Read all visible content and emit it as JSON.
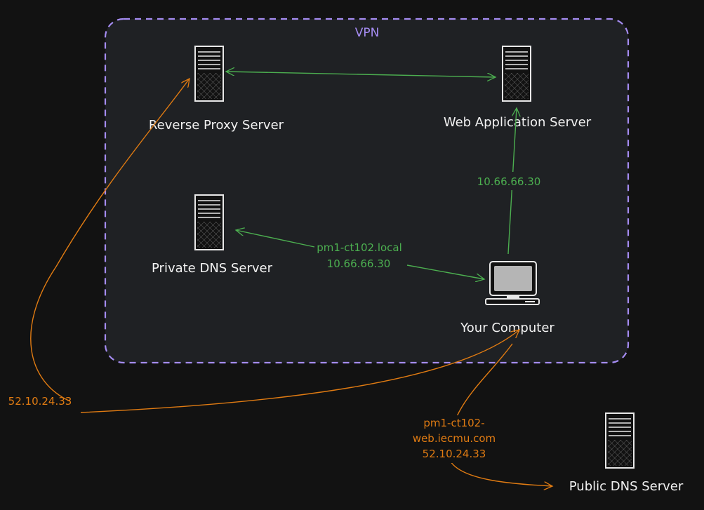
{
  "colors": {
    "background": "#121212",
    "vpn_border": "#a58cf2",
    "vpn_fill": "#1f2124",
    "green": "#4caf50",
    "orange": "#e07b12",
    "white": "#f2f2f2"
  },
  "vpn": {
    "label": "VPN"
  },
  "nodes": {
    "reverse_proxy": {
      "label": "Reverse Proxy Server",
      "icon": "server-icon"
    },
    "web_app": {
      "label": "Web Application Server",
      "icon": "server-icon"
    },
    "private_dns": {
      "label": "Private DNS Server",
      "icon": "server-icon"
    },
    "your_computer": {
      "label": "Your Computer",
      "icon": "computer-icon"
    },
    "public_dns": {
      "label": "Public DNS Server",
      "icon": "server-icon"
    }
  },
  "edges": {
    "computer_to_webapp": {
      "label": "10.66.66.30"
    },
    "private_dns_query": {
      "line1": "pm1-ct102.local",
      "line2": "10.66.66.30"
    },
    "public_dns_query": {
      "line1": "pm1-ct102-",
      "line2": "web.iecmu.com",
      "line3": "52.10.24.33"
    },
    "computer_to_proxy": {
      "label": "52.10.24.33"
    }
  }
}
